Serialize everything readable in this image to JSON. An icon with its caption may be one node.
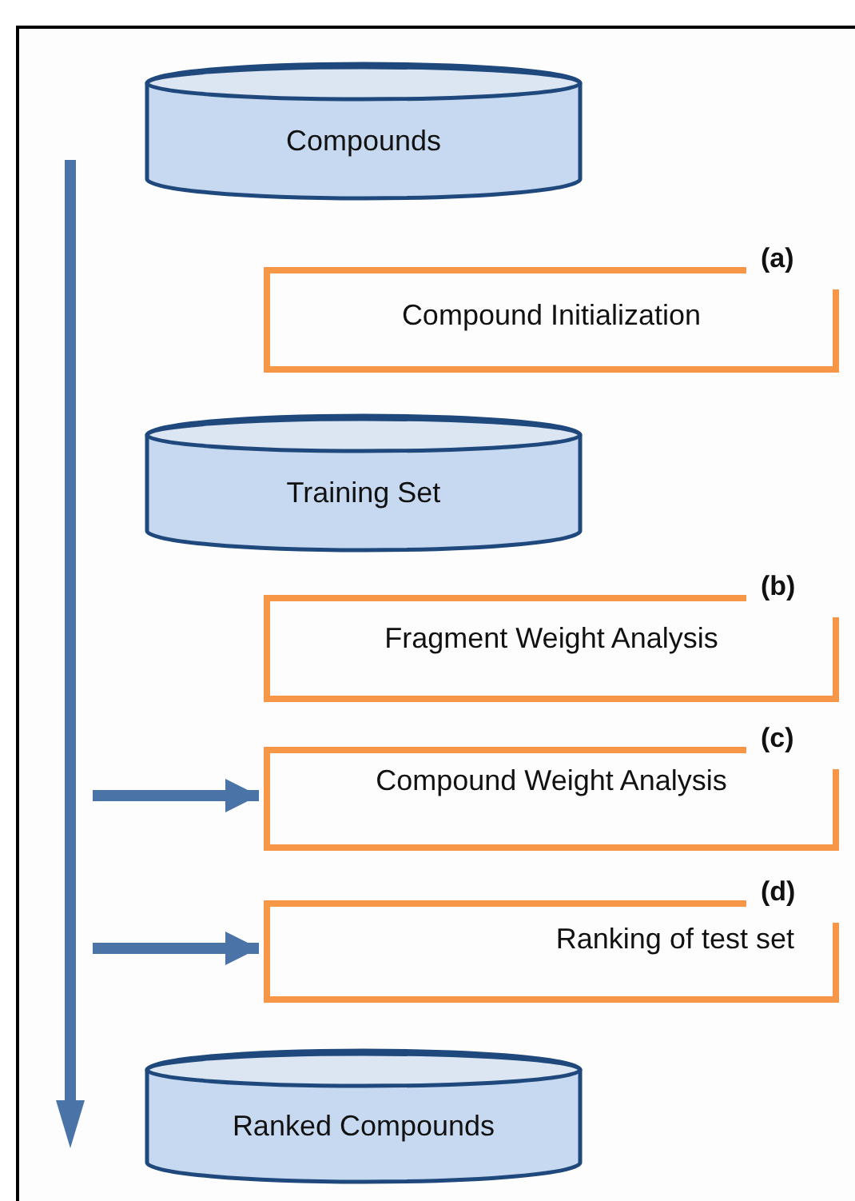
{
  "diagram": {
    "nodes": [
      {
        "text": [
          "Compounds"
        ]
      },
      {
        "text": [
          "(a)",
          "Compound Initialization"
        ]
      },
      {
        "text": [
          "Training Set"
        ]
      },
      {
        "text": [
          "(b)",
          "Fragment Weight Analysis"
        ]
      },
      {
        "text": [
          "(c)",
          "Compound Weight Analysis"
        ]
      },
      {
        "text": [
          "(d)",
          "Ranking of test set"
        ]
      },
      {
        "text": [
          "Ranked Compounds"
        ]
      }
    ],
    "edges": [
      {
        "from": null,
        "to": 4,
        "arrow": "to"
      },
      {
        "from": null,
        "to": 5,
        "arrow": "to"
      }
    ]
  }
}
